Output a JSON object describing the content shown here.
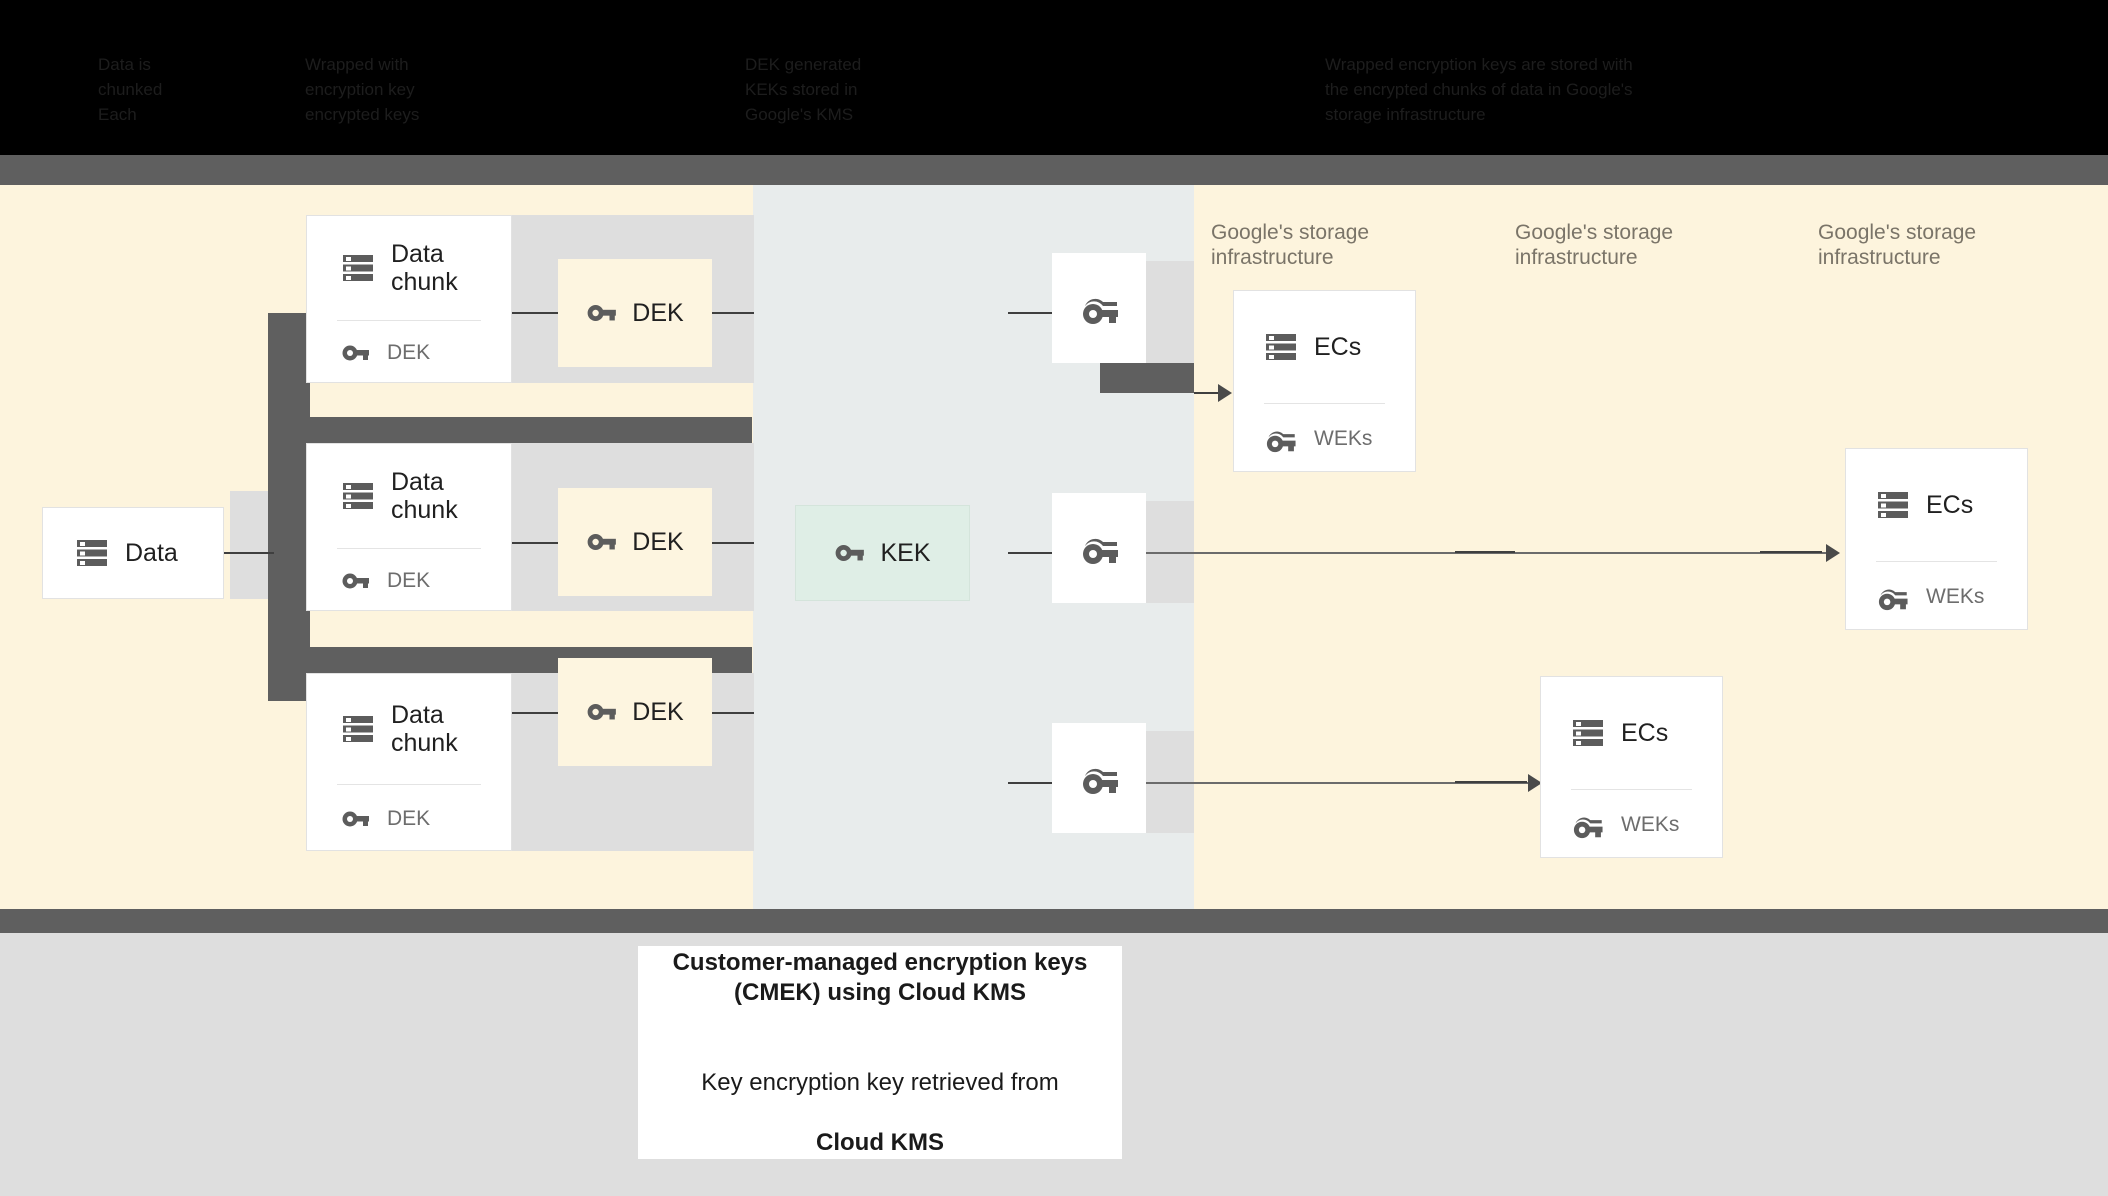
{
  "legend": {
    "columns": [
      "Data is\nchunked\nEach",
      "Wrapped with\nencryption key\nencrypted keys",
      "DEK generated\nKEKs stored in\nGoogle's KMS",
      "Wrapped encryption keys are stored with\nthe encrypted chunks of data in Google's\nstorage infrastructure"
    ]
  },
  "diagram": {
    "source_card": {
      "title": "Data",
      "icon": "storage-icon"
    },
    "chunk_cards": [
      {
        "title": "Data\nchunk",
        "sub": "DEK",
        "icon": "storage-icon",
        "sub_icon": "key-icon"
      },
      {
        "title": "Data\nchunk",
        "sub": "DEK",
        "icon": "storage-icon",
        "sub_icon": "key-icon"
      },
      {
        "title": "Data\nchunk",
        "sub": "DEK",
        "icon": "storage-icon",
        "sub_icon": "key-icon"
      }
    ],
    "dek_boxes": [
      {
        "label": "DEK",
        "icon": "key-icon"
      },
      {
        "label": "DEK",
        "icon": "key-icon"
      },
      {
        "label": "DEK",
        "icon": "key-icon"
      }
    ],
    "kek_box": {
      "label": "KEK",
      "icon": "key-icon"
    },
    "wrapped_key_tiles": [
      {
        "icon": "double-key-icon"
      },
      {
        "icon": "double-key-icon"
      },
      {
        "icon": "double-key-icon"
      }
    ],
    "storage_labels": [
      "Google's storage\ninfrastructure",
      "Google's storage\ninfrastructure",
      "Google's storage\ninfrastructure"
    ],
    "ec_cards": [
      {
        "title": "ECs",
        "sub": "WEKs",
        "icon": "storage-icon",
        "sub_icon": "double-key-icon"
      },
      {
        "title": "ECs",
        "sub": "WEKs",
        "icon": "storage-icon",
        "sub_icon": "double-key-icon"
      },
      {
        "title": "ECs",
        "sub": "WEKs",
        "icon": "storage-icon",
        "sub_icon": "double-key-icon"
      }
    ]
  },
  "caption": {
    "heading": "Customer-managed encryption keys\n(CMEK) using Cloud KMS",
    "body_line1": "Key encryption key retrieved from",
    "body_line2": "Cloud KMS"
  },
  "colors": {
    "cream": "#fdf4dd",
    "cream_box": "#fdf5e0",
    "bluegray": "#e8ecec",
    "mint": "#dfeee6",
    "gray": "#dedede",
    "darkbar": "#5f5f5f",
    "icon": "#5c5c5c"
  }
}
